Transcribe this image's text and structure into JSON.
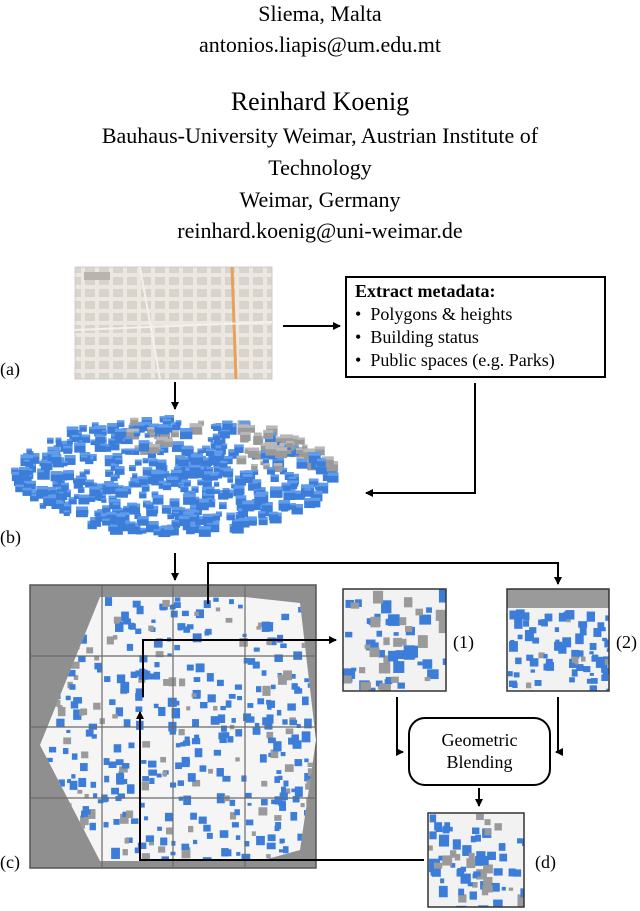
{
  "author1": {
    "location": "Sliema, Malta",
    "email": "antonios.liapis@um.edu.mt"
  },
  "author2": {
    "name": "Reinhard Koenig",
    "affiliation_line1": "Bauhaus-University Weimar, Austrian Institute of",
    "affiliation_line2": "Technology",
    "location": "Weimar, Germany",
    "email": "reinhard.koenig@uni-weimar.de"
  },
  "figure": {
    "metadata_box": {
      "title": "Extract metadata:",
      "items": [
        "Polygons & heights",
        "Building status",
        "Public spaces (e.g. Parks)"
      ]
    },
    "blend_box": {
      "line1": "Geometric",
      "line2": "Blending"
    },
    "labels": {
      "a": "(a)",
      "b": "(b)",
      "c": "(c)",
      "d": "(d)",
      "p1": "(1)",
      "p2": "(2)"
    },
    "colors": {
      "building_blue": "#3b7dd8",
      "building_gray": "#9a9a9a",
      "frame_gray": "#8f8f8f"
    }
  }
}
